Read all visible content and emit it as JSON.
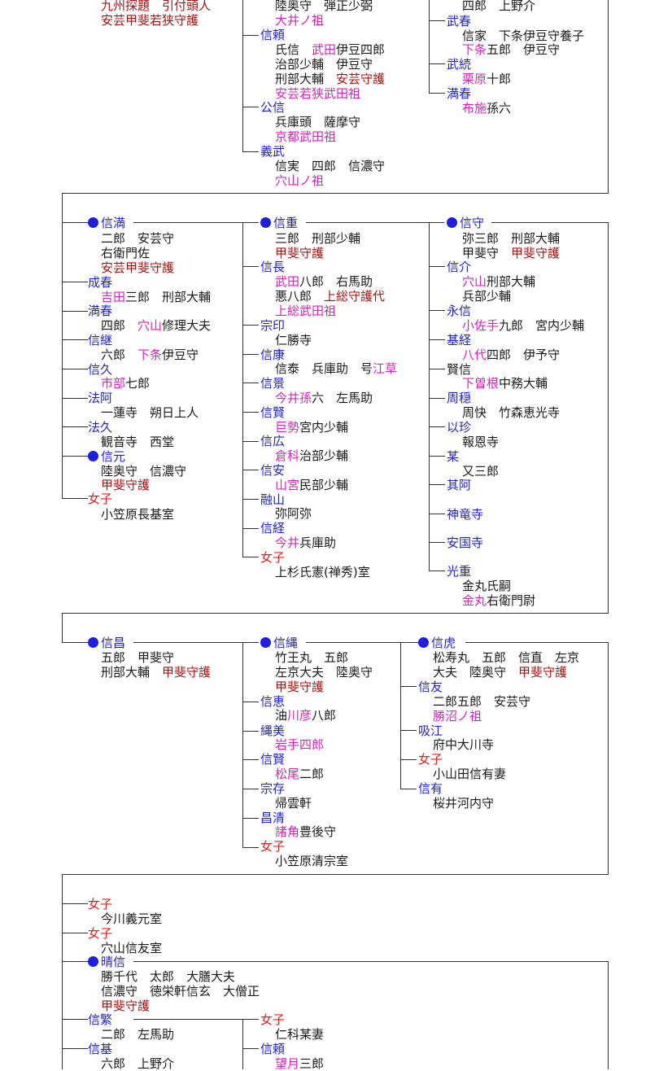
{
  "colors": {
    "name": "#2222cc",
    "female": "#dd2222",
    "place": "#dd22bb",
    "office": "#aa1111",
    "text": "#1a1a1a"
  },
  "section1": {
    "col1": {
      "line1": "九州探題　引付頭人",
      "line2": "安芸甲斐若狭守護"
    },
    "col2": {
      "top_line1": "陸奥守　弾正少弼",
      "top_line2": "大井ノ祖",
      "nobuyori": {
        "name": "信頼",
        "l1a": "氏信　",
        "l1b": "武田",
        "l1c": "伊豆四郎",
        "l2": "治部少輔　伊豆守",
        "l3a": "刑部大輔　",
        "l3b": "安芸守護",
        "l4": "安芸若狭武田祖"
      },
      "kiminobu": {
        "name": "公信",
        "l1": "兵庫頭　薩摩守",
        "l2": "京都武田祖"
      },
      "yoshitake": {
        "name": "義武",
        "l1": "信実　四郎　信濃守",
        "l2": "穴山ノ祖"
      }
    },
    "col3": {
      "top_line1": "四郎　上野介",
      "takeharu": {
        "name": "武春",
        "l1": "信家　下条伊豆守養子",
        "l2a": "下条",
        "l2b": "五郎　伊豆守"
      },
      "taketsugu": {
        "name": "武続",
        "l1a": "栗原",
        "l1b": "十郎"
      },
      "mitsuharu": {
        "name": "満春",
        "l1a": "布施",
        "l1b": "孫六"
      }
    }
  },
  "section2": {
    "col1": {
      "head": {
        "name": "信満",
        "l1": "二郎　安芸守",
        "l2": "右衛門佐",
        "l3": "安芸甲斐守護"
      },
      "children": [
        {
          "name": "成春",
          "l1a": "吉田",
          "l1b": "三郎　刑部大輔"
        },
        {
          "name": "満春",
          "l1a": "四郎　",
          "l1b": "穴山",
          "l1c": "修理大夫"
        },
        {
          "name": "信継",
          "l1a": "六郎　",
          "l1b": "下条",
          "l1c": "伊豆守"
        },
        {
          "name": "信久",
          "l1a": "市部",
          "l1b": "七郎"
        },
        {
          "name": "法阿",
          "l1": "一蓮寺　朔日上人"
        },
        {
          "name": "法久",
          "l1": "観音寺　西堂"
        }
      ],
      "nobumoto": {
        "name": "信元",
        "l1": "陸奥守　信濃守",
        "l2": "甲斐守護"
      },
      "daughter": {
        "name": "女子",
        "l1": "小笠原長基室"
      }
    },
    "col2": {
      "head": {
        "name": "信重",
        "l1": "三郎　刑部少輔",
        "l2": "甲斐守護"
      },
      "nobunaga": {
        "name": "信長",
        "l1a": "武田",
        "l1b": "八郎　右馬助",
        "l2a": "悪八郎　",
        "l2b": "上総守護代",
        "l3": "上総武田祖"
      },
      "soin": {
        "name": "宗印",
        "l1": "仁勝寺"
      },
      "nobuyasu": {
        "name": "信康",
        "l1a": "信泰　兵庫助　号",
        "l1b": "江草"
      },
      "nobukage": {
        "name": "信景",
        "l1a": "今井孫",
        "l1b": "六　左馬助"
      },
      "nobukata": {
        "name": "信賢",
        "l1a": "巨勢",
        "l1b": "宮内少輔"
      },
      "nobuhiro": {
        "name": "信広",
        "l1a": "倉科",
        "l1b": "治部少輔"
      },
      "nobuyasu2": {
        "name": "信安",
        "l1a": "山宮",
        "l1b": "民部少輔"
      },
      "yuzan": {
        "name": "融山",
        "l1": "弥阿弥"
      },
      "nobutsune": {
        "name": "信経",
        "l1a": "今井",
        "l1b": "兵庫助"
      },
      "daughter": {
        "name": "女子",
        "l1": "上杉氏憲(禅秀)室"
      }
    },
    "col3": {
      "head": {
        "name": "信守",
        "l1": "弥三郎　刑部大輔",
        "l2a": "甲斐守　",
        "l2b": "甲斐守護"
      },
      "nobusuke": {
        "name": "信介",
        "l1a": "穴山",
        "l1b": "刑部大輔",
        "l2": "兵部少輔"
      },
      "naganobu": {
        "name": "永信",
        "l1a": "小佐手",
        "l1b": "九郎　宮内少輔"
      },
      "mototsune": {
        "name": "基経",
        "l1a": "八代",
        "l1b": "四郎　伊予守"
      },
      "kennobu": {
        "name": "賢信",
        "l1a": "下曽根",
        "l1b": "中務大輔"
      },
      "shukei": {
        "name": "周穏",
        "l1": "周快　竹森恵光寺"
      },
      "ichin": {
        "name": "以珍",
        "l1": "報恩寺"
      },
      "bou": {
        "name": "某",
        "l1": "又三郎"
      },
      "goa": {
        "name": "其阿"
      },
      "shinryuji": {
        "name": "神竜寺"
      },
      "ankokuji": {
        "name": "安国寺"
      },
      "mitsushige": {
        "name": "光重",
        "l1": "金丸氏嗣",
        "l2a": "金丸",
        "l2b": "右衛門尉"
      }
    }
  },
  "section3": {
    "col1": {
      "name": "信昌",
      "l1": "五郎　甲斐守",
      "l2a": "刑部大輔　",
      "l2b": "甲斐守護"
    },
    "col2": {
      "head": {
        "name": "信縄",
        "l1": "竹王丸　五郎",
        "l2": "左京大夫　陸奥守",
        "l3": "甲斐守護"
      },
      "children": [
        {
          "name": "信恵",
          "l1a": "油",
          "l1b": "川彦",
          "l1c": "八郎"
        },
        {
          "name": "縄美",
          "l1a": "岩手四郎"
        },
        {
          "name": "信賢",
          "l1a": "松尾",
          "l1b": "二郎"
        },
        {
          "name": "宗存",
          "l1b": "帰雲軒"
        },
        {
          "name": "昌清",
          "l1a": "諸角",
          "l1b": "豊後守"
        }
      ],
      "daughter": {
        "name": "女子",
        "l1": "小笠原清宗室"
      }
    },
    "col3": {
      "head": {
        "name": "信虎",
        "l1": "松寿丸　五郎　信直　左京",
        "l2a": "大夫　陸奥守　",
        "l2b": "甲斐守護"
      },
      "nobutomo": {
        "name": "信友",
        "l1": "二郎五郎　安芸守",
        "l2": "勝沼ノ祖"
      },
      "kyuko": {
        "name": "吸江",
        "l1": "府中大川寺"
      },
      "daughter": {
        "name": "女子",
        "l1": "小山田信有妻"
      },
      "nobuari": {
        "name": "信有",
        "l1": "桜井河内守"
      }
    }
  },
  "section4": {
    "d1": {
      "name": "女子",
      "l1": "今川義元室"
    },
    "d2": {
      "name": "女子",
      "l1": "穴山信友室"
    },
    "harunobu": {
      "name": "晴信",
      "l1": "勝千代　太郎　大膳大夫",
      "l2": "信濃守　徳栄軒信玄　大僧正",
      "l3": "甲斐守護"
    },
    "nobushige": {
      "name": "信繁",
      "l1": "二郎　左馬助"
    },
    "nobumoto": {
      "name": "信基",
      "l1": "六郎　上野介"
    },
    "daughter": {
      "name": "女子",
      "l1": "仁科某妻"
    },
    "nobuyori": {
      "name": "信頼",
      "l1a": "望月",
      "l1b": "三郎"
    }
  }
}
